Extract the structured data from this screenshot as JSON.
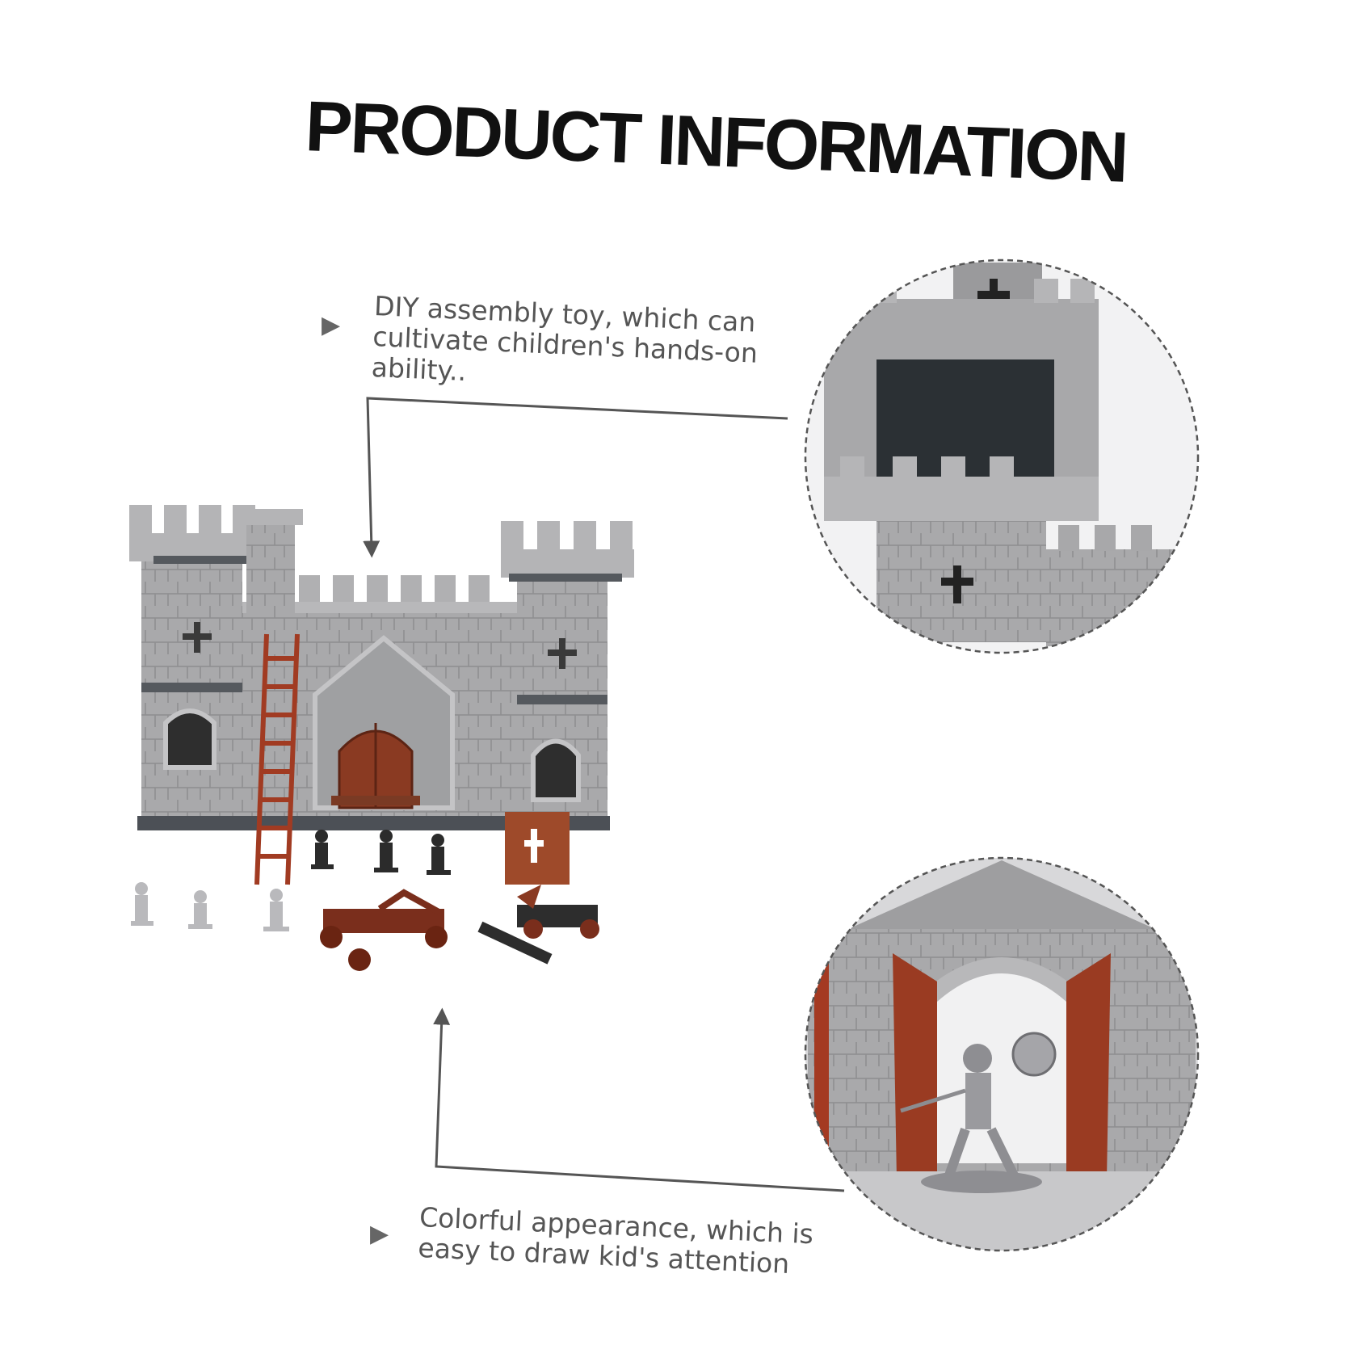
{
  "title": "PRODUCT INFORMATION",
  "features": [
    {
      "text": "DIY assembly toy, which can cultivate children's hands-on ability.."
    },
    {
      "text": "Colorful appearance, which is easy to draw kid's attention"
    }
  ],
  "icons": {
    "bullet": "triangle-right-icon",
    "main_image": "castle-toy-set-image",
    "detail_1": "castle-tower-closeup-image",
    "detail_2": "castle-gate-knight-closeup-image"
  },
  "colors": {
    "stone_gray": "#a9a9ab",
    "brick_red": "#8a3a22",
    "text": "#555555",
    "title": "#111111"
  }
}
